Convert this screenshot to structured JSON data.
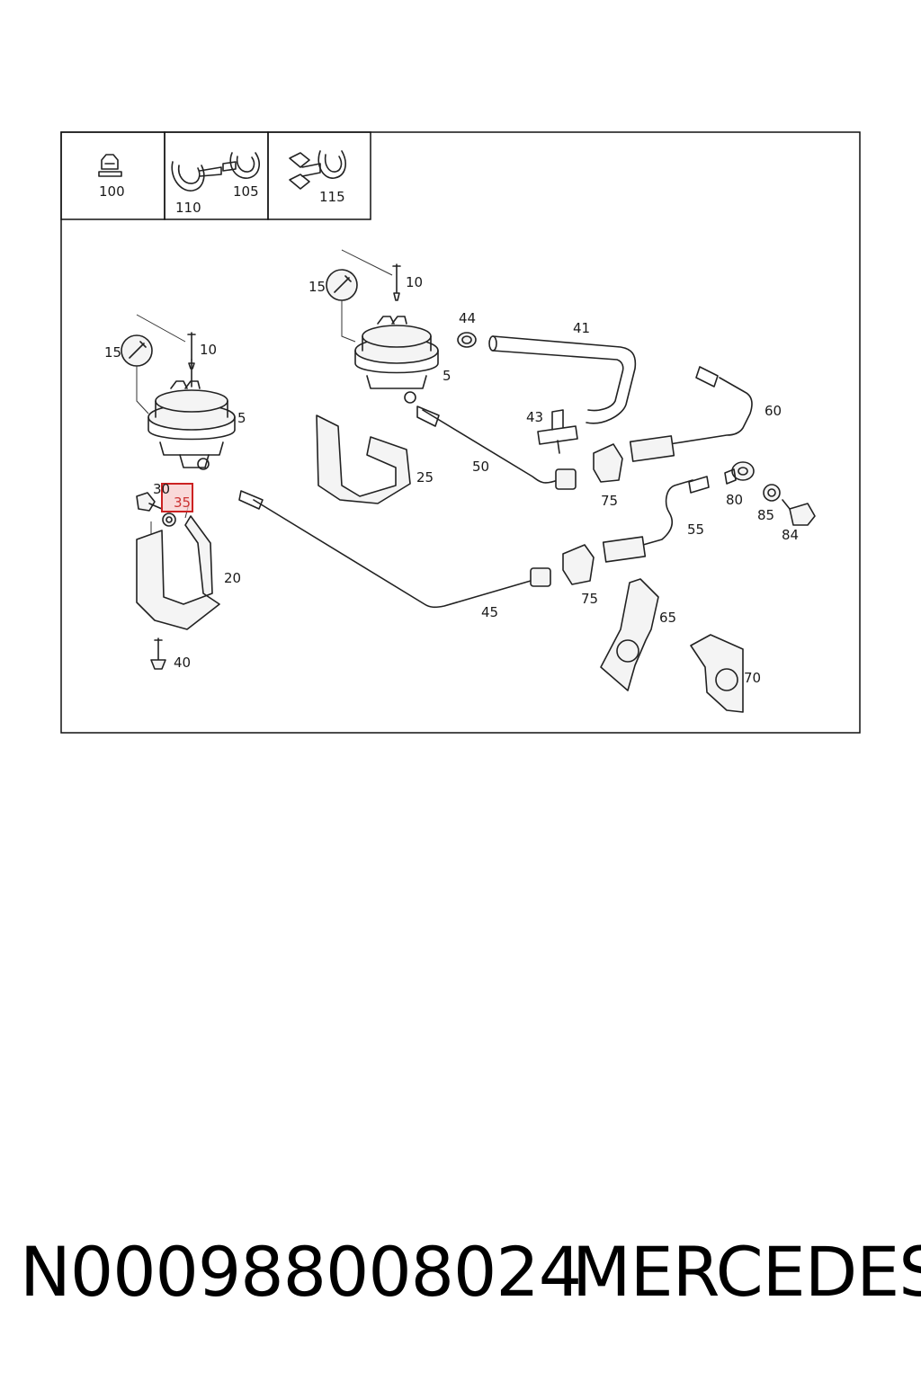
{
  "diagram": {
    "callouts": [
      {
        "id": "c100",
        "text": "100"
      },
      {
        "id": "c110",
        "text": "110"
      },
      {
        "id": "c105",
        "text": "105"
      },
      {
        "id": "c115",
        "text": "115"
      },
      {
        "id": "c15a",
        "text": "15"
      },
      {
        "id": "c10a",
        "text": "10"
      },
      {
        "id": "c44",
        "text": "44"
      },
      {
        "id": "c41",
        "text": "41"
      },
      {
        "id": "c15b",
        "text": "15"
      },
      {
        "id": "c10b",
        "text": "10"
      },
      {
        "id": "c5a",
        "text": "5"
      },
      {
        "id": "c5b",
        "text": "5"
      },
      {
        "id": "c43",
        "text": "43"
      },
      {
        "id": "c60",
        "text": "60"
      },
      {
        "id": "c50",
        "text": "50"
      },
      {
        "id": "c25",
        "text": "25"
      },
      {
        "id": "c75a",
        "text": "75"
      },
      {
        "id": "c80",
        "text": "80"
      },
      {
        "id": "c30",
        "text": "30"
      },
      {
        "id": "c35",
        "text": "35"
      },
      {
        "id": "c85",
        "text": "85"
      },
      {
        "id": "c55",
        "text": "55"
      },
      {
        "id": "c84",
        "text": "84"
      },
      {
        "id": "c20",
        "text": "20"
      },
      {
        "id": "c75b",
        "text": "75"
      },
      {
        "id": "c45",
        "text": "45"
      },
      {
        "id": "c65",
        "text": "65"
      },
      {
        "id": "c40",
        "text": "40"
      },
      {
        "id": "c70",
        "text": "70"
      }
    ],
    "highlight": {
      "callout": "35",
      "stroke": "#cc2222",
      "fill": "#f6c9c9"
    }
  },
  "footer": {
    "part_number": "N000988008024",
    "brand": "MERCEDES"
  }
}
